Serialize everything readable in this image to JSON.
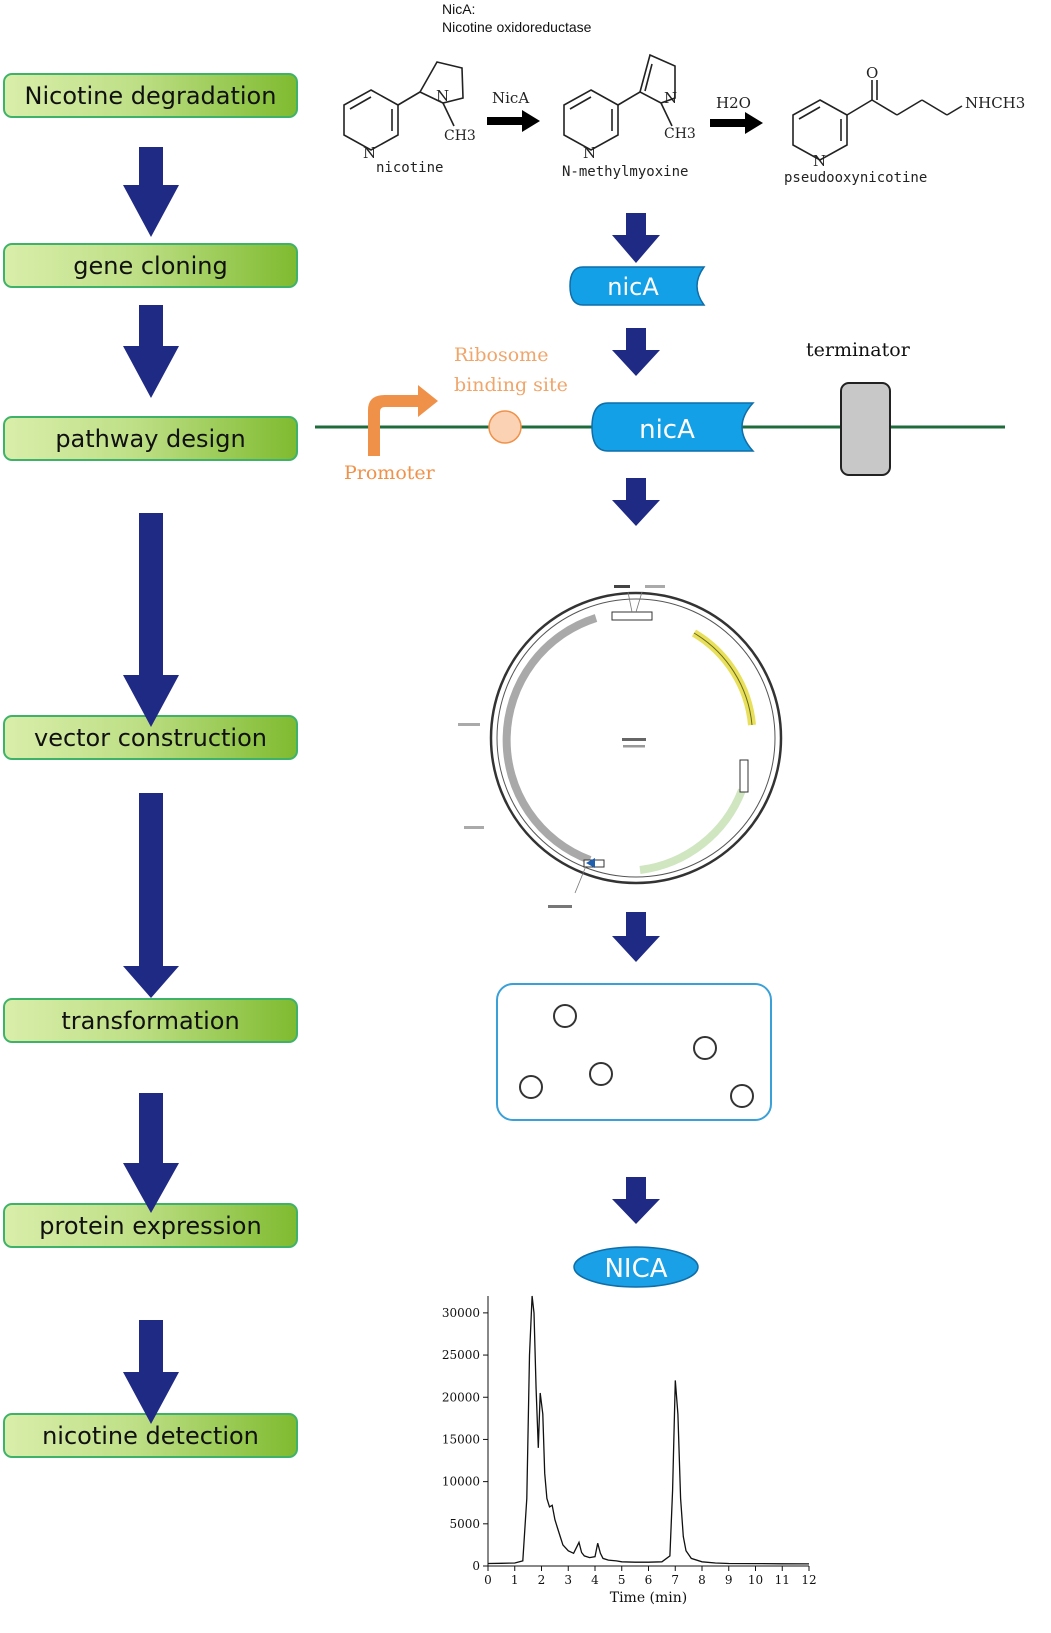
{
  "steps": [
    "Nicotine degradation",
    "gene cloning",
    "pathway design",
    "vector construction",
    "transformation",
    "protein expression",
    "nicotine detection"
  ],
  "enzyme": {
    "name": "NicA:",
    "full_name": "Nicotine oxidoreductase"
  },
  "reaction": {
    "compound1": "nicotine",
    "arrow1_label": "NicA",
    "compound2": "N-methylmyoxine",
    "arrow2_label": "H2O",
    "compound3": "pseudooxynicotine",
    "atom_N": "N",
    "methyl": "CH3",
    "oxygen": "O",
    "amine": "NHCH3"
  },
  "gene": {
    "label": "nicA"
  },
  "pathway": {
    "promoter": "Promoter",
    "rbs_line1": "Ribosome",
    "rbs_line2": "binding site",
    "gene": "nicA",
    "terminator": "terminator"
  },
  "protein": {
    "label": "NICA"
  },
  "colors": {
    "arrow": "#1f2a85",
    "gene_fill": "#14a0e6",
    "promoter": "#f0914a",
    "rbs": "#fbd3b4",
    "backbone": "#1e6b3c",
    "terminator": "#c8c8c8",
    "step_border": "#3fb26a"
  },
  "chart_data": {
    "type": "line",
    "xlabel": "Time (min)",
    "ylabel": "",
    "xlim": [
      0,
      12
    ],
    "ylim": [
      0,
      32000
    ],
    "xticks": [
      0,
      1,
      2,
      3,
      4,
      5,
      6,
      7,
      8,
      9,
      10,
      11,
      12
    ],
    "yticks": [
      0,
      5000,
      10000,
      15000,
      20000,
      25000,
      30000
    ],
    "series": [
      {
        "x": [
          0,
          0.5,
          1.0,
          1.3,
          1.45,
          1.55,
          1.65,
          1.72,
          1.8,
          1.88,
          1.95,
          2.05,
          2.12,
          2.2,
          2.3,
          2.4,
          2.5,
          2.6,
          2.7,
          2.8,
          3.0,
          3.2,
          3.4,
          3.5,
          3.6,
          3.8,
          4.0,
          4.1,
          4.2,
          4.3,
          4.5,
          4.8,
          5.0,
          5.5,
          6.0,
          6.5,
          6.8,
          6.9,
          7.0,
          7.1,
          7.2,
          7.3,
          7.4,
          7.6,
          8.0,
          8.5,
          9.0,
          10.0,
          11.0,
          12.0
        ],
        "y": [
          300,
          320,
          350,
          600,
          8000,
          25000,
          32000,
          30000,
          21000,
          14000,
          20500,
          18000,
          11000,
          8000,
          7000,
          7200,
          5500,
          4500,
          3500,
          2500,
          1800,
          1500,
          2800,
          1600,
          1200,
          1000,
          1100,
          2700,
          1500,
          900,
          700,
          600,
          500,
          450,
          450,
          500,
          1200,
          9000,
          22000,
          18000,
          8000,
          3500,
          1800,
          900,
          500,
          350,
          300,
          280,
          260,
          250
        ]
      }
    ]
  }
}
